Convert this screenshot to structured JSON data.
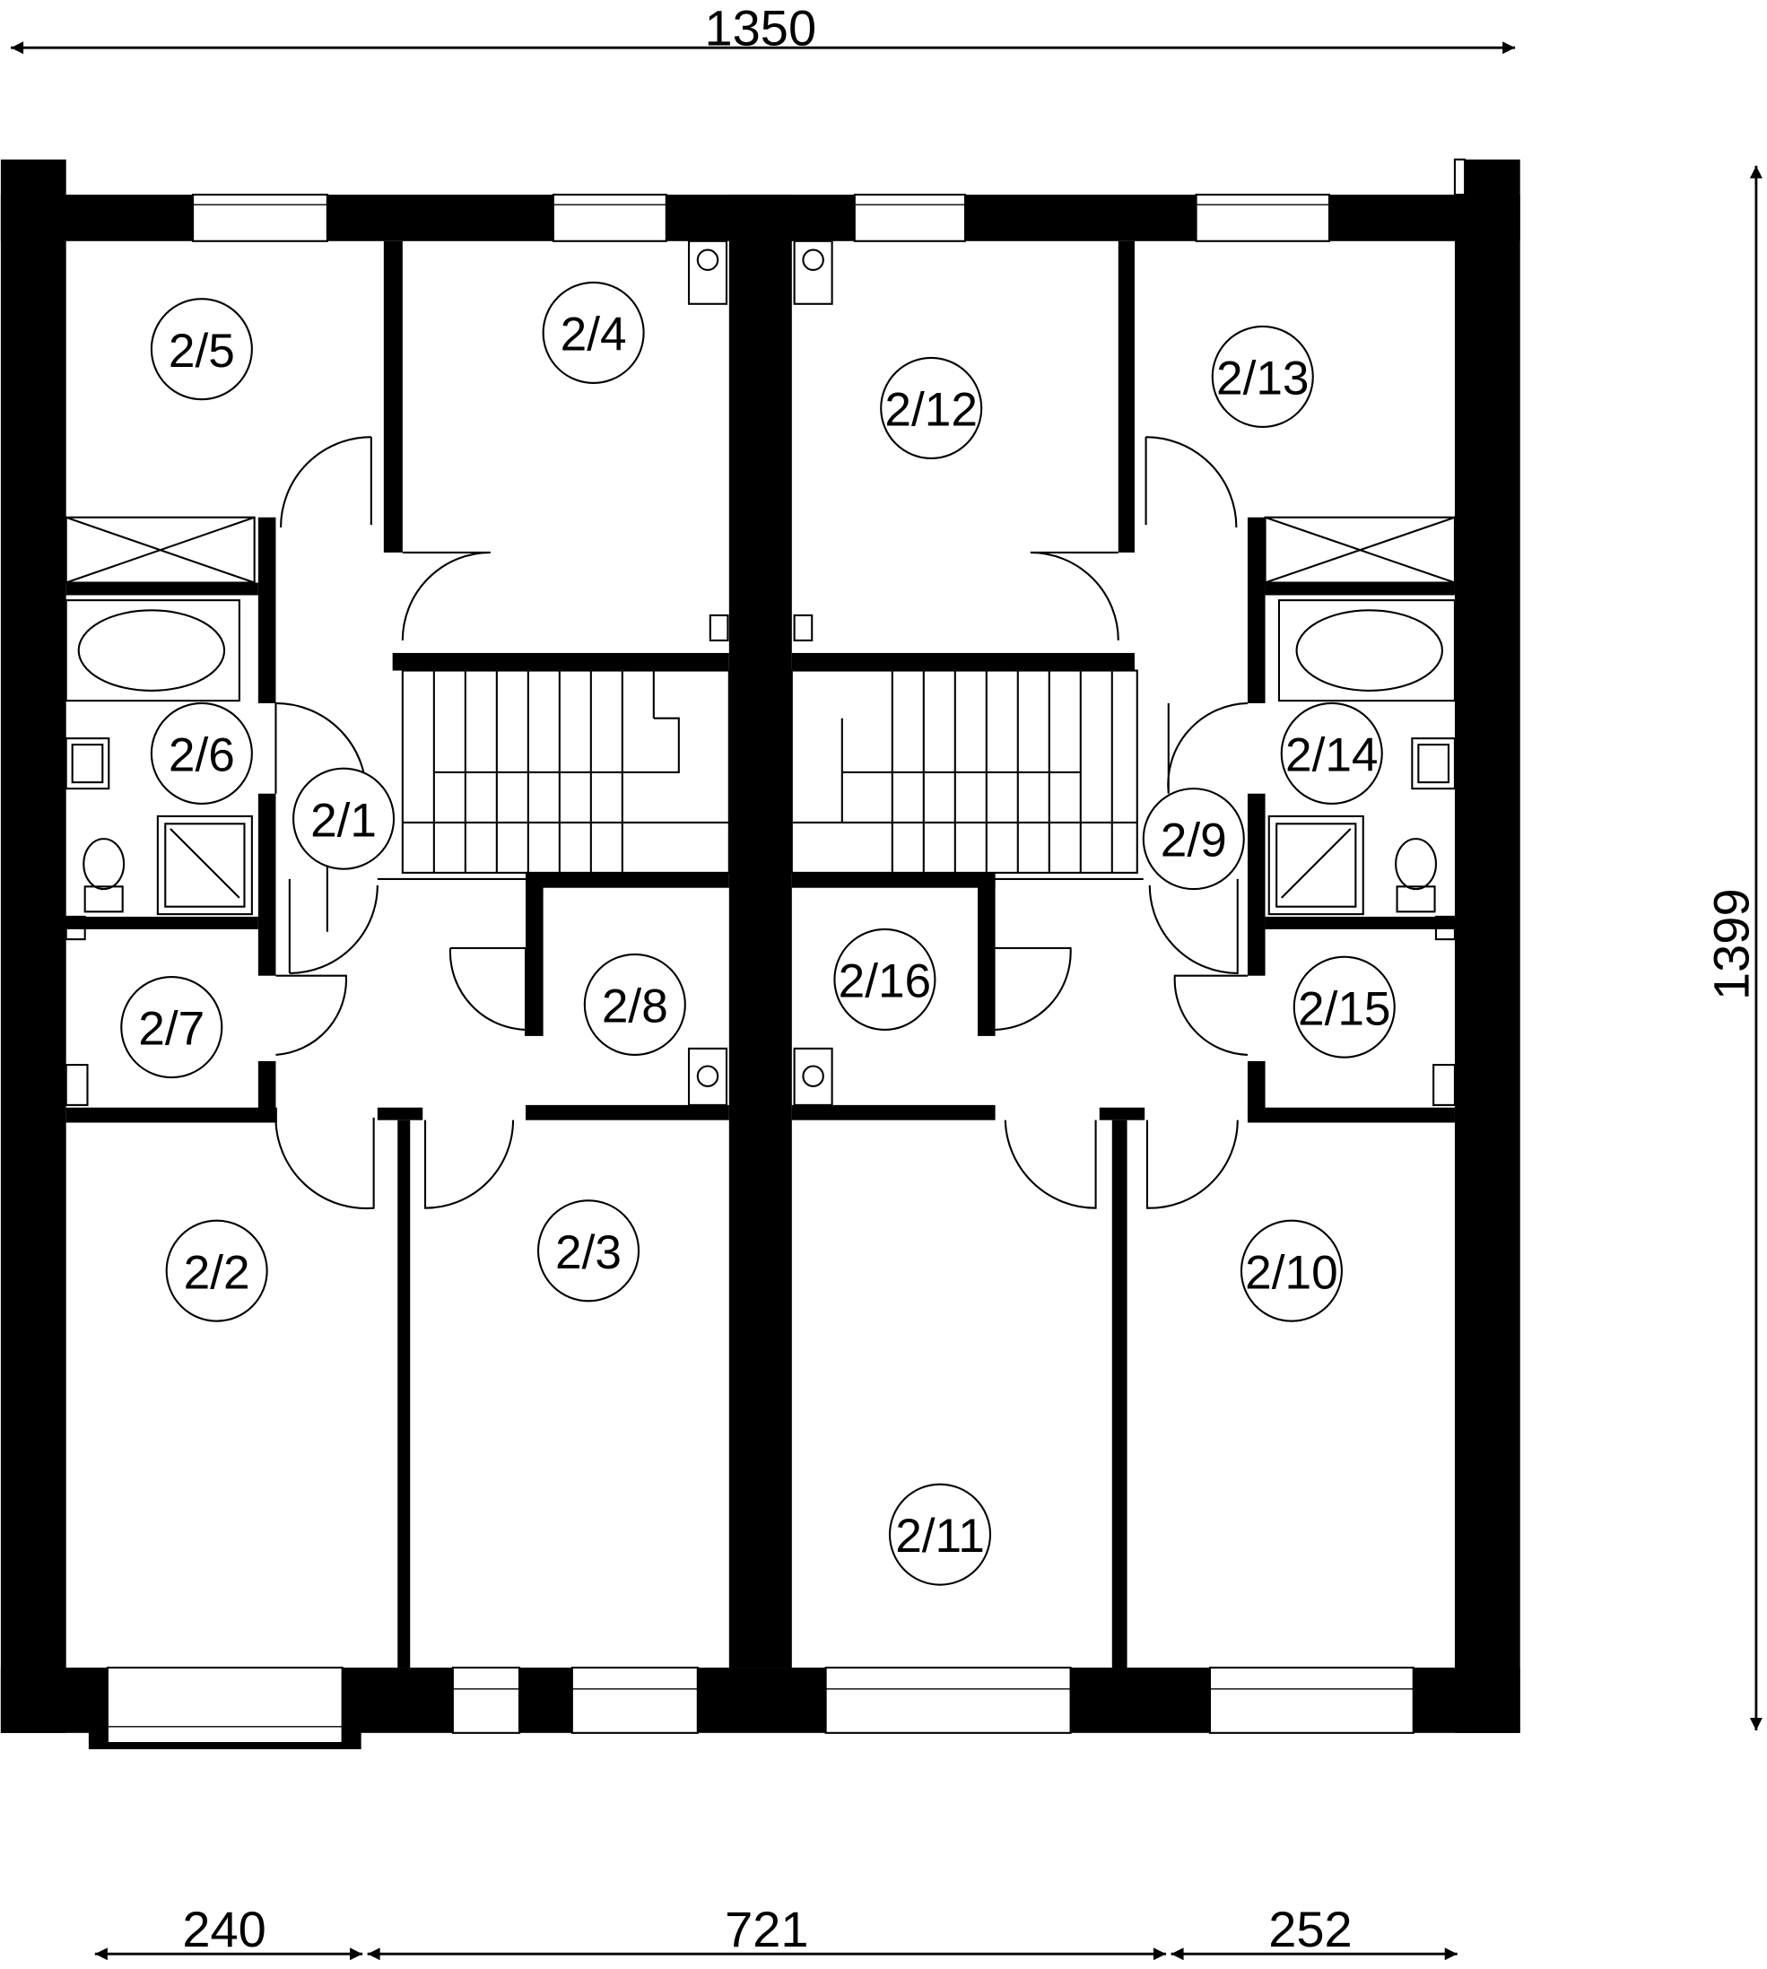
{
  "dimensions": {
    "total_width": "1350",
    "total_height": "1399",
    "segment_left": "240",
    "segment_middle": "721",
    "segment_right": "252"
  },
  "rooms": [
    "2/1",
    "2/2",
    "2/3",
    "2/4",
    "2/5",
    "2/6",
    "2/7",
    "2/8",
    "2/9",
    "2/10",
    "2/11",
    "2/12",
    "2/13",
    "2/14",
    "2/15",
    "2/16"
  ],
  "colors": {
    "wall": "#000000",
    "background": "#ffffff"
  }
}
